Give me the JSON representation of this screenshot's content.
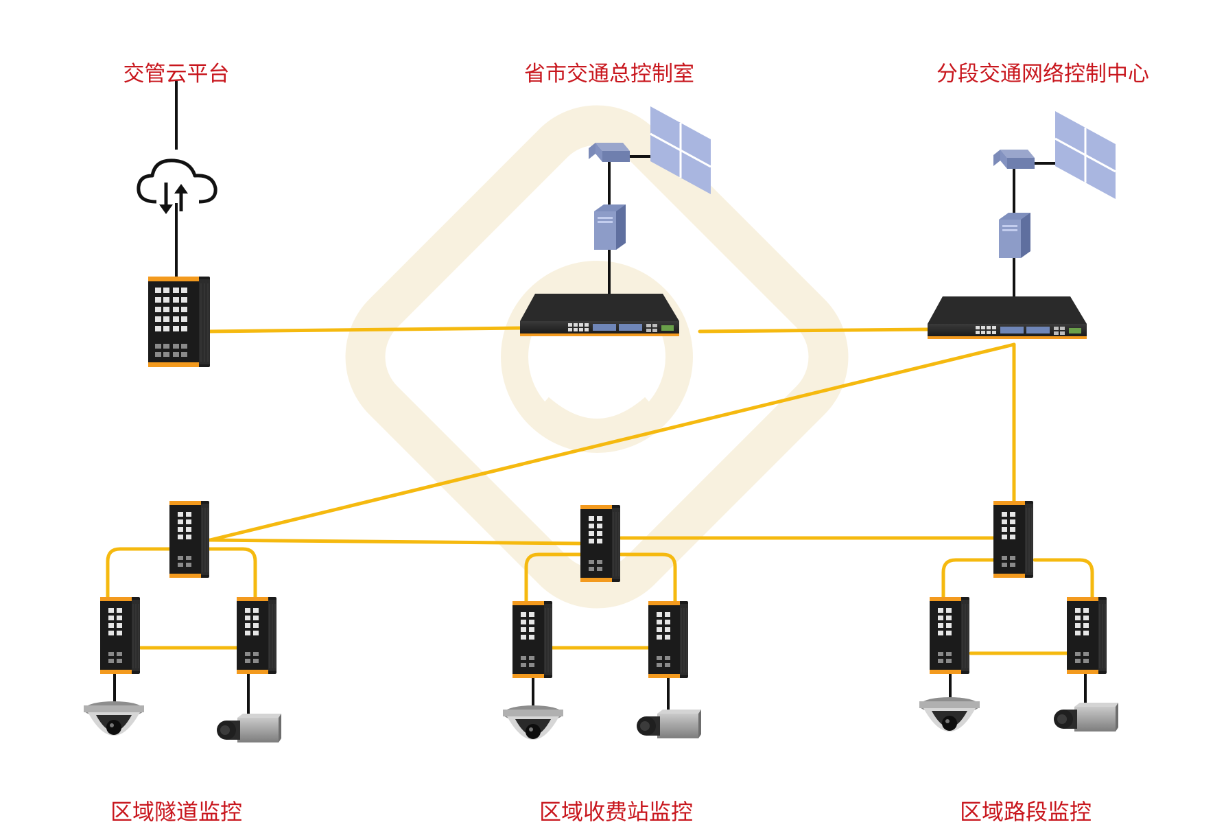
{
  "labels": {
    "cloud_platform": "交管云平台",
    "provincial_center": "省市交通总控制室",
    "segment_center": "分段交通网络控制中心",
    "tunnel_zone": "区域隧道监控",
    "toll_zone": "区域收费站监控",
    "road_zone": "区域路段监控"
  },
  "colors": {
    "label_text": "#c8161d",
    "fiber_link": "#f5b90f",
    "copper_link": "#111111",
    "switch_body": "#1c1c1c",
    "switch_accent": "#f39a1e",
    "server_blue": "#7f8fbd",
    "screen_blue": "#a9b6e0",
    "watermark": "#f6ecd6"
  },
  "icons": [
    "cloud-updown-icon",
    "industrial-switch-icon",
    "rack-switch-icon",
    "router-icon",
    "server-icon",
    "video-wall-icon",
    "dome-camera-icon",
    "box-camera-icon"
  ]
}
